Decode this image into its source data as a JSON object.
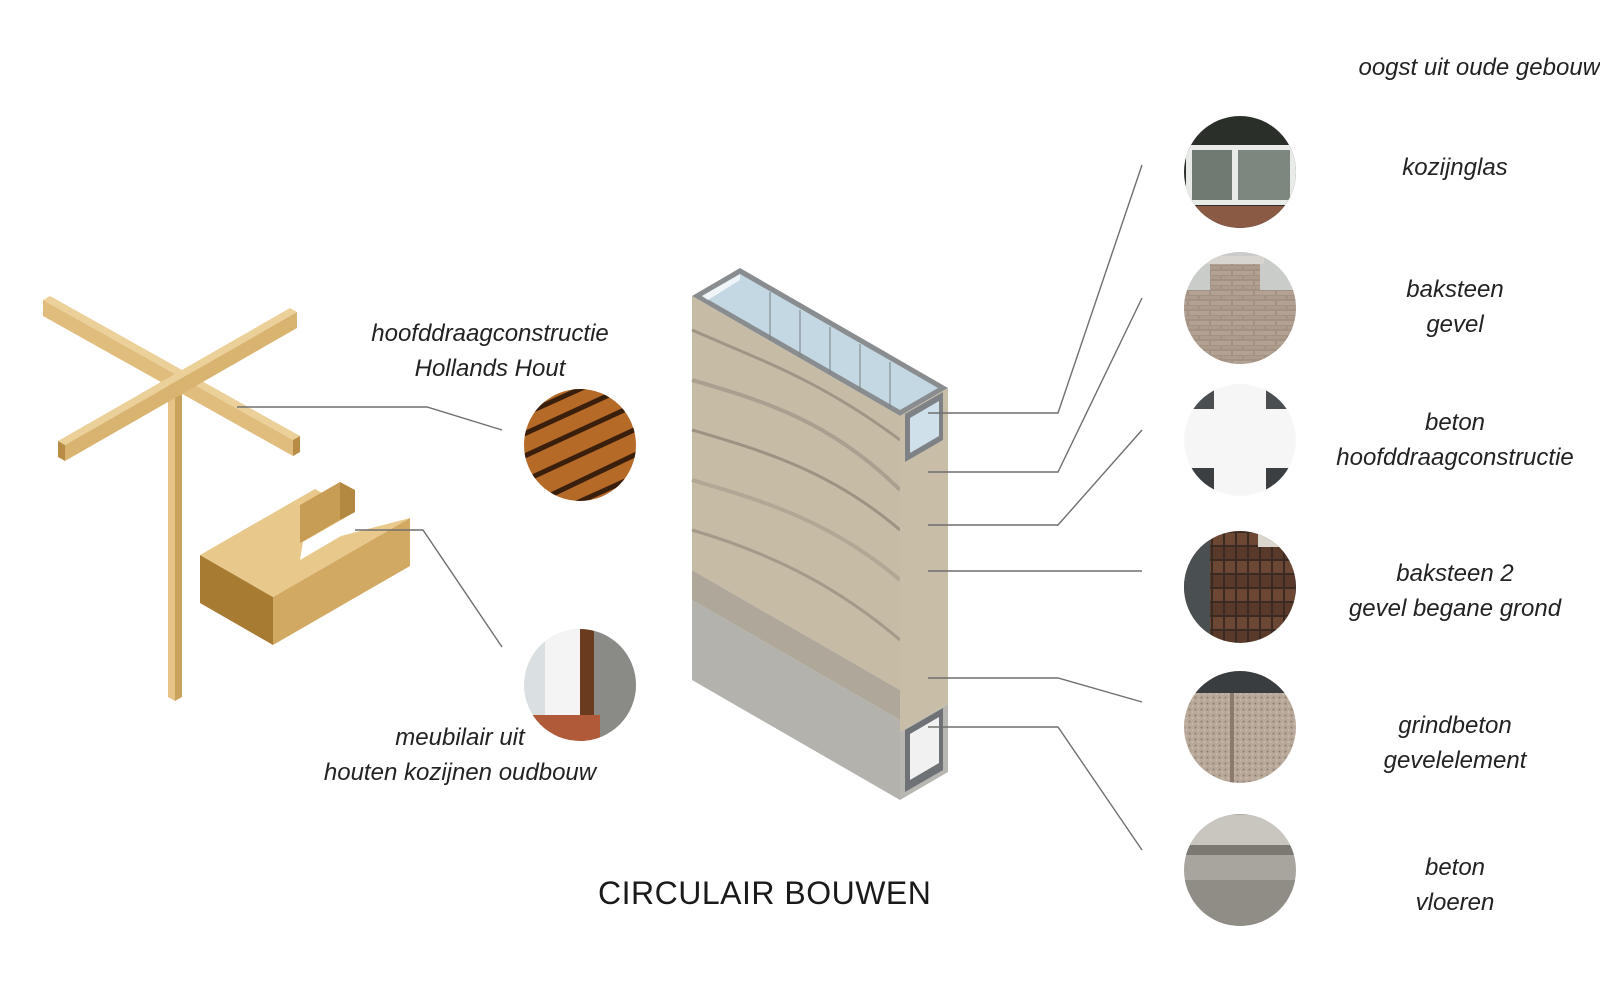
{
  "title": "CIRCULAIR BOUWEN",
  "harvest_heading": "oogst uit oude gebouw",
  "left_labels": {
    "structure_line1": "hoofddraagconstructie",
    "structure_line2": "Hollands Hout",
    "furniture_line1": "meubilair uit",
    "furniture_line2": "houten kozijnen oudbouw"
  },
  "harvest_items": [
    {
      "line1": "kozijnglas",
      "line2": ""
    },
    {
      "line1": "baksteen",
      "line2": "gevel"
    },
    {
      "line1": "beton",
      "line2": "hoofddraagconstructie"
    },
    {
      "line1": "baksteen 2",
      "line2": "gevel begane grond"
    },
    {
      "line1": "grindbeton",
      "line2": "gevelelement"
    },
    {
      "line1": "beton",
      "line2": "vloeren"
    }
  ],
  "colors": {
    "wood_light": "#e6c487",
    "wood_mid": "#d6ac62",
    "wood_dark": "#a67a32",
    "concrete": "#b5b2aa",
    "leader_line": "#6f6f6f"
  }
}
